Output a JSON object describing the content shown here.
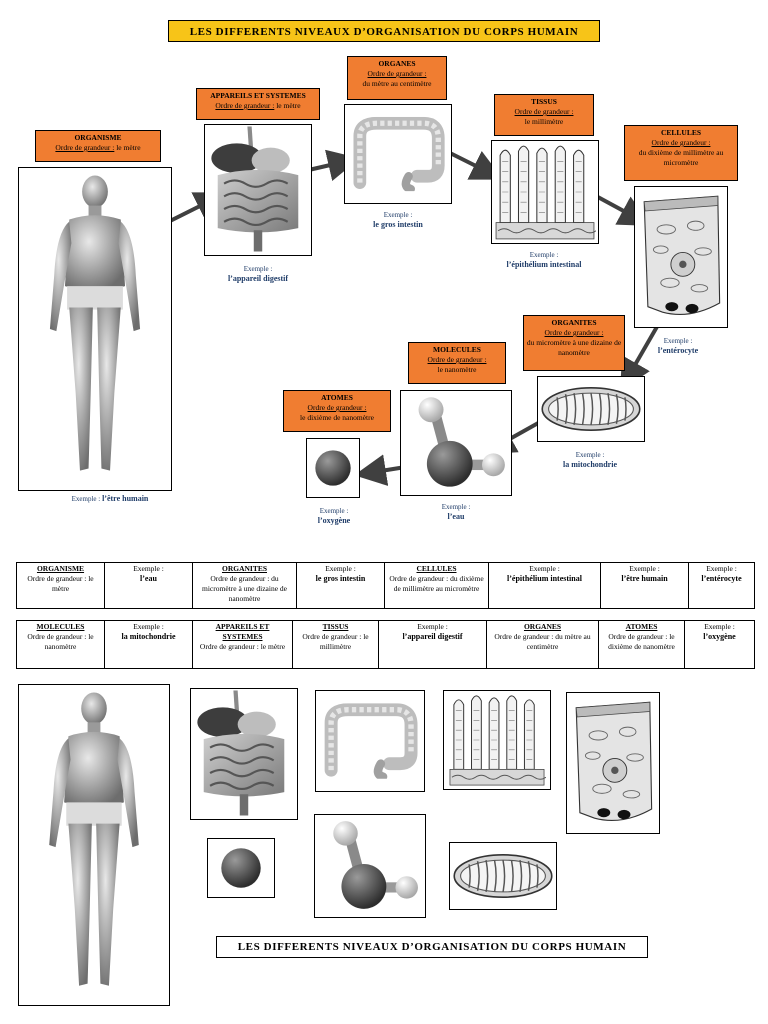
{
  "title_top": "LES DIFFERENTS NIVEAUX D’ORGANISATION DU CORPS HUMAIN",
  "title_bottom": "LES DIFFERENTS NIVEAUX D’ORGANISATION DU CORPS HUMAIN",
  "scale_label": "Ordre de grandeur :",
  "example_label": "Exemple :",
  "levels": {
    "organisme": {
      "name": "ORGANISME",
      "order": "le mètre",
      "example": "l’être humain"
    },
    "appareils": {
      "name": "APPAREILS ET SYSTEMES",
      "order": "le mètre",
      "example": "l’appareil digestif"
    },
    "organes": {
      "name": "ORGANES",
      "order": "du mètre au centimètre",
      "example": "le gros intestin"
    },
    "tissus": {
      "name": "TISSUS",
      "order": "le millimètre",
      "example": "l’épithélium intestinal"
    },
    "cellules": {
      "name": "CELLULES",
      "order": "du dixième de millimètre au micromètre",
      "example": "l’entérocyte"
    },
    "organites": {
      "name": "ORGANITES",
      "order": "du micromètre à une dizaine de nanomètre",
      "example": "la mitochondrie"
    },
    "molecules": {
      "name": "MOLECULES",
      "order": "le nanomètre",
      "example": "l’eau"
    },
    "atomes": {
      "name": "ATOMES",
      "order": "le dixième de nanomètre",
      "example": "l’oxygène"
    }
  },
  "table_row1": [
    {
      "kind": "level",
      "name": "ORGANISME",
      "text": "Ordre de grandeur : le mètre"
    },
    {
      "kind": "example",
      "label": "Exemple :",
      "value": "l’eau"
    },
    {
      "kind": "level",
      "name": "ORGANITES",
      "text": "Ordre de grandeur : du micromètre à une dizaine de nanomètre"
    },
    {
      "kind": "example",
      "label": "Exemple :",
      "value": "le gros intestin"
    },
    {
      "kind": "level",
      "name": "CELLULES",
      "text": "Ordre de grandeur : du dixième de millimètre au micromètre"
    },
    {
      "kind": "example",
      "label": "Exemple :",
      "value": "l’épithélium intestinal"
    },
    {
      "kind": "example",
      "label": "Exemple :",
      "value": "l’être humain"
    },
    {
      "kind": "example",
      "label": "Exemple :",
      "value": "l’entérocyte"
    }
  ],
  "table_row2": [
    {
      "kind": "level",
      "name": "MOLECULES",
      "text": "Ordre de grandeur : le nanomètre"
    },
    {
      "kind": "example",
      "label": "Exemple :",
      "value": "la mitochondrie"
    },
    {
      "kind": "level",
      "name": "APPAREILS ET SYSTEMES",
      "text": "Ordre de grandeur : le mètre"
    },
    {
      "kind": "level",
      "name": "TISSUS",
      "text": "Ordre de grandeur : le millimètre"
    },
    {
      "kind": "example",
      "label": "Exemple :",
      "value": "l’appareil digestif"
    },
    {
      "kind": "level",
      "name": "ORGANES",
      "text": "Ordre de grandeur : du mètre au centimètre"
    },
    {
      "kind": "level",
      "name": "ATOMES",
      "text": "Ordre de grandeur : le dixième de nanomètre"
    },
    {
      "kind": "example",
      "label": "Exemple :",
      "value": "l’oxygène"
    }
  ]
}
